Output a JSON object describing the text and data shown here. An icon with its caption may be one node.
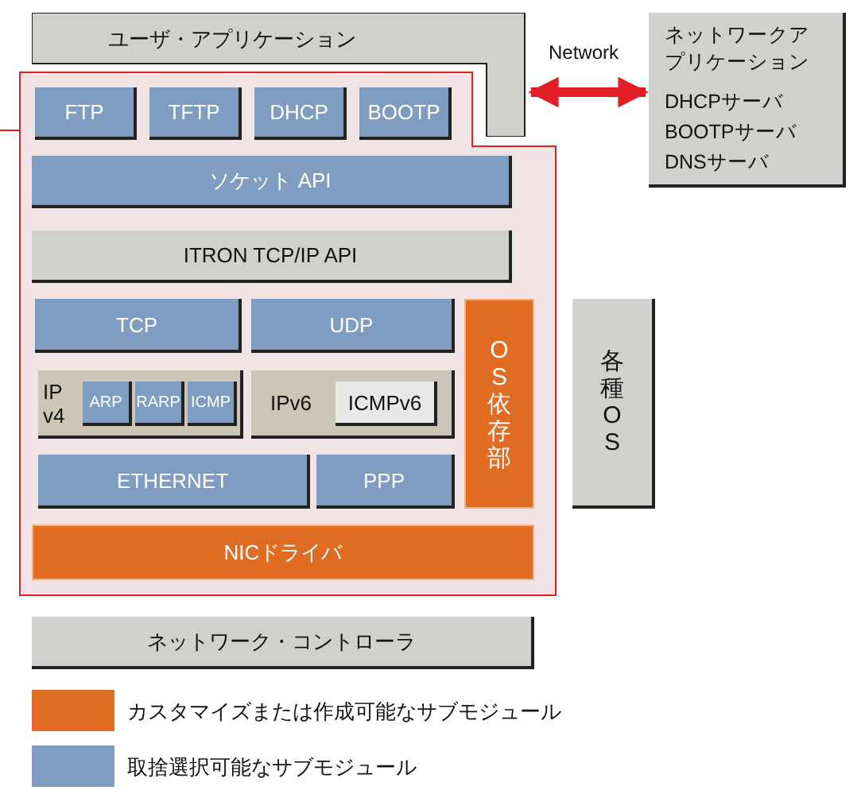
{
  "diagram": {
    "nodes": [
      {
        "text": [
          "ユーザ・アプリケーション"
        ]
      },
      {
        "text": [],
        "shape": "box"
      },
      {
        "text": [
          "FTP"
        ],
        "in": 1
      },
      {
        "text": [
          "TFTP"
        ],
        "in": 1
      },
      {
        "text": [
          "DHCP"
        ],
        "in": 1
      },
      {
        "text": [
          "BOOTP"
        ],
        "in": 1
      },
      {
        "text": [
          "ソケット API"
        ],
        "in": 1
      },
      {
        "text": [
          "ITRON TCP/IP API"
        ],
        "in": 1
      },
      {
        "text": [
          "TCP"
        ],
        "in": 1
      },
      {
        "text": [
          "UDP"
        ],
        "in": 1
      },
      {
        "text": [
          "OS依存部"
        ],
        "in": 1
      },
      {
        "text": [
          "IP v4"
        ],
        "in": 1
      },
      {
        "text": [
          "ARP"
        ],
        "in": 11
      },
      {
        "text": [
          "RARP"
        ],
        "in": 11
      },
      {
        "text": [
          "ICMP"
        ],
        "in": 11
      },
      {
        "text": [
          "IPv6"
        ],
        "in": 1
      },
      {
        "text": [
          "ICMPv6"
        ],
        "in": 15
      },
      {
        "text": [
          "ETHERNET"
        ],
        "in": 1
      },
      {
        "text": [
          "PPP"
        ],
        "in": 1
      },
      {
        "text": [
          "NICドライバ"
        ],
        "in": 1
      },
      {
        "text": [
          "ネットワークアプリケーション",
          "DHCPサーバ",
          "BOOTPサーバ",
          "DNSサーバ"
        ]
      },
      {
        "text": [
          "各種OS"
        ]
      },
      {
        "text": [
          "ネットワーク・コントローラ"
        ]
      }
    ],
    "edges": [
      {
        "from": 0,
        "to": 20,
        "arrow": "both",
        "label": "Network",
        "style": "thick"
      },
      {
        "from": 1,
        "to": null,
        "arrow": "none"
      }
    ],
    "legend": [
      {
        "text": "カスタマイズまたは作成可能なサブモジュール",
        "color": "#e06c24"
      },
      {
        "text": "取捨選択可能なサブモジュール",
        "color": "#7f9dc1"
      }
    ]
  }
}
